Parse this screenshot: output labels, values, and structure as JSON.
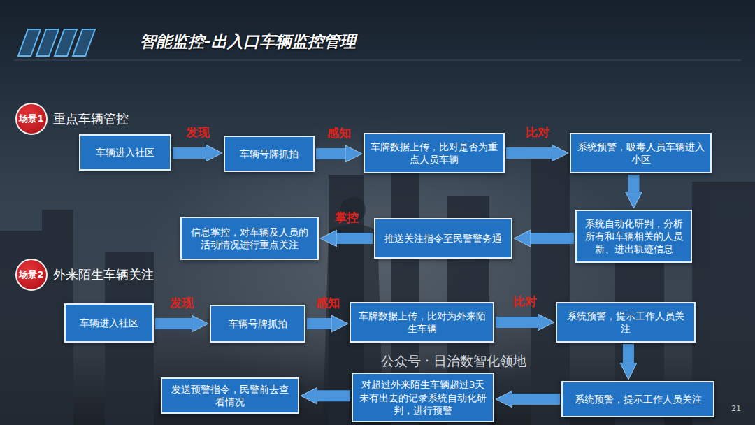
{
  "diagram": {
    "title": "智能监控-出入口车辆监控管理",
    "nodes": [
      {
        "text": [
          "场景1",
          "重点车辆管控"
        ]
      },
      {
        "text": [
          "车辆进入社区"
        ]
      },
      {
        "text": [
          "车辆号牌抓拍"
        ]
      },
      {
        "text": [
          "车牌数据上传，比对是否为重点人员车辆"
        ]
      },
      {
        "text": [
          "系统预警，吸毒人员车辆进入小区"
        ]
      },
      {
        "text": [
          "系统自动化研判，分析所有和车辆相关的人员新、进出轨迹信息"
        ]
      },
      {
        "text": [
          "推送关注指令至民警警务通"
        ]
      },
      {
        "text": [
          "信息掌控，对车辆及人员的活动情况进行重点关注"
        ]
      },
      {
        "text": [
          "场景2",
          "外来陌生车辆关注"
        ]
      },
      {
        "text": [
          "车辆进入社区"
        ]
      },
      {
        "text": [
          "车辆号牌抓拍"
        ]
      },
      {
        "text": [
          "车牌数据上传，比对为外来陌生车辆"
        ]
      },
      {
        "text": [
          "系统预警，提示工作人员关注"
        ]
      },
      {
        "text": [
          "系统预警，提示工作人员关注"
        ]
      },
      {
        "text": [
          "对超过外来陌生车辆超过3天未有出去的记录系统自动化研判，进行预警"
        ]
      },
      {
        "text": [
          "发送预警指令，民警前去查看情况"
        ]
      }
    ],
    "edges": [
      {
        "from": 1,
        "to": 2,
        "arrow": "to",
        "label": "发现"
      },
      {
        "from": 2,
        "to": 3,
        "arrow": "to",
        "label": "感知"
      },
      {
        "from": 3,
        "to": 4,
        "arrow": "to",
        "label": "比对"
      },
      {
        "from": 4,
        "to": 5,
        "arrow": "to"
      },
      {
        "from": 5,
        "to": 6,
        "arrow": "to"
      },
      {
        "from": 6,
        "to": 7,
        "arrow": "to",
        "label": "掌控"
      },
      {
        "from": 9,
        "to": 10,
        "arrow": "to",
        "label": "发现"
      },
      {
        "from": 10,
        "to": 11,
        "arrow": "to",
        "label": "感知"
      },
      {
        "from": 11,
        "to": 12,
        "arrow": "to",
        "label": "比对"
      },
      {
        "from": 12,
        "to": 13,
        "arrow": "to"
      },
      {
        "from": 13,
        "to": 14,
        "arrow": "to"
      },
      {
        "from": 14,
        "to": 15,
        "arrow": "to"
      }
    ],
    "labels": [
      "公众号 · 日治数智化领地",
      "21"
    ]
  }
}
